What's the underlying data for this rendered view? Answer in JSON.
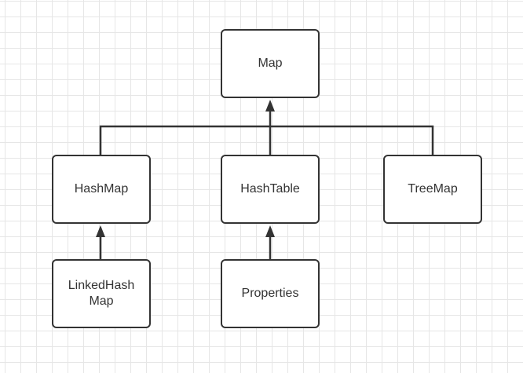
{
  "diagram": {
    "nodes": {
      "map": "Map",
      "hashmap": "HashMap",
      "hashtable": "HashTable",
      "treemap": "TreeMap",
      "linkedhashmap": "LinkedHash\nMap",
      "properties": "Properties"
    },
    "relations": [
      {
        "from": "hashmap",
        "to": "map"
      },
      {
        "from": "hashtable",
        "to": "map"
      },
      {
        "from": "treemap",
        "to": "map"
      },
      {
        "from": "linkedhashmap",
        "to": "hashmap"
      },
      {
        "from": "properties",
        "to": "hashtable"
      }
    ],
    "colors": {
      "stroke": "#333333",
      "text": "#333333",
      "grid": "#e6e6e6",
      "background": "#ffffff"
    }
  }
}
